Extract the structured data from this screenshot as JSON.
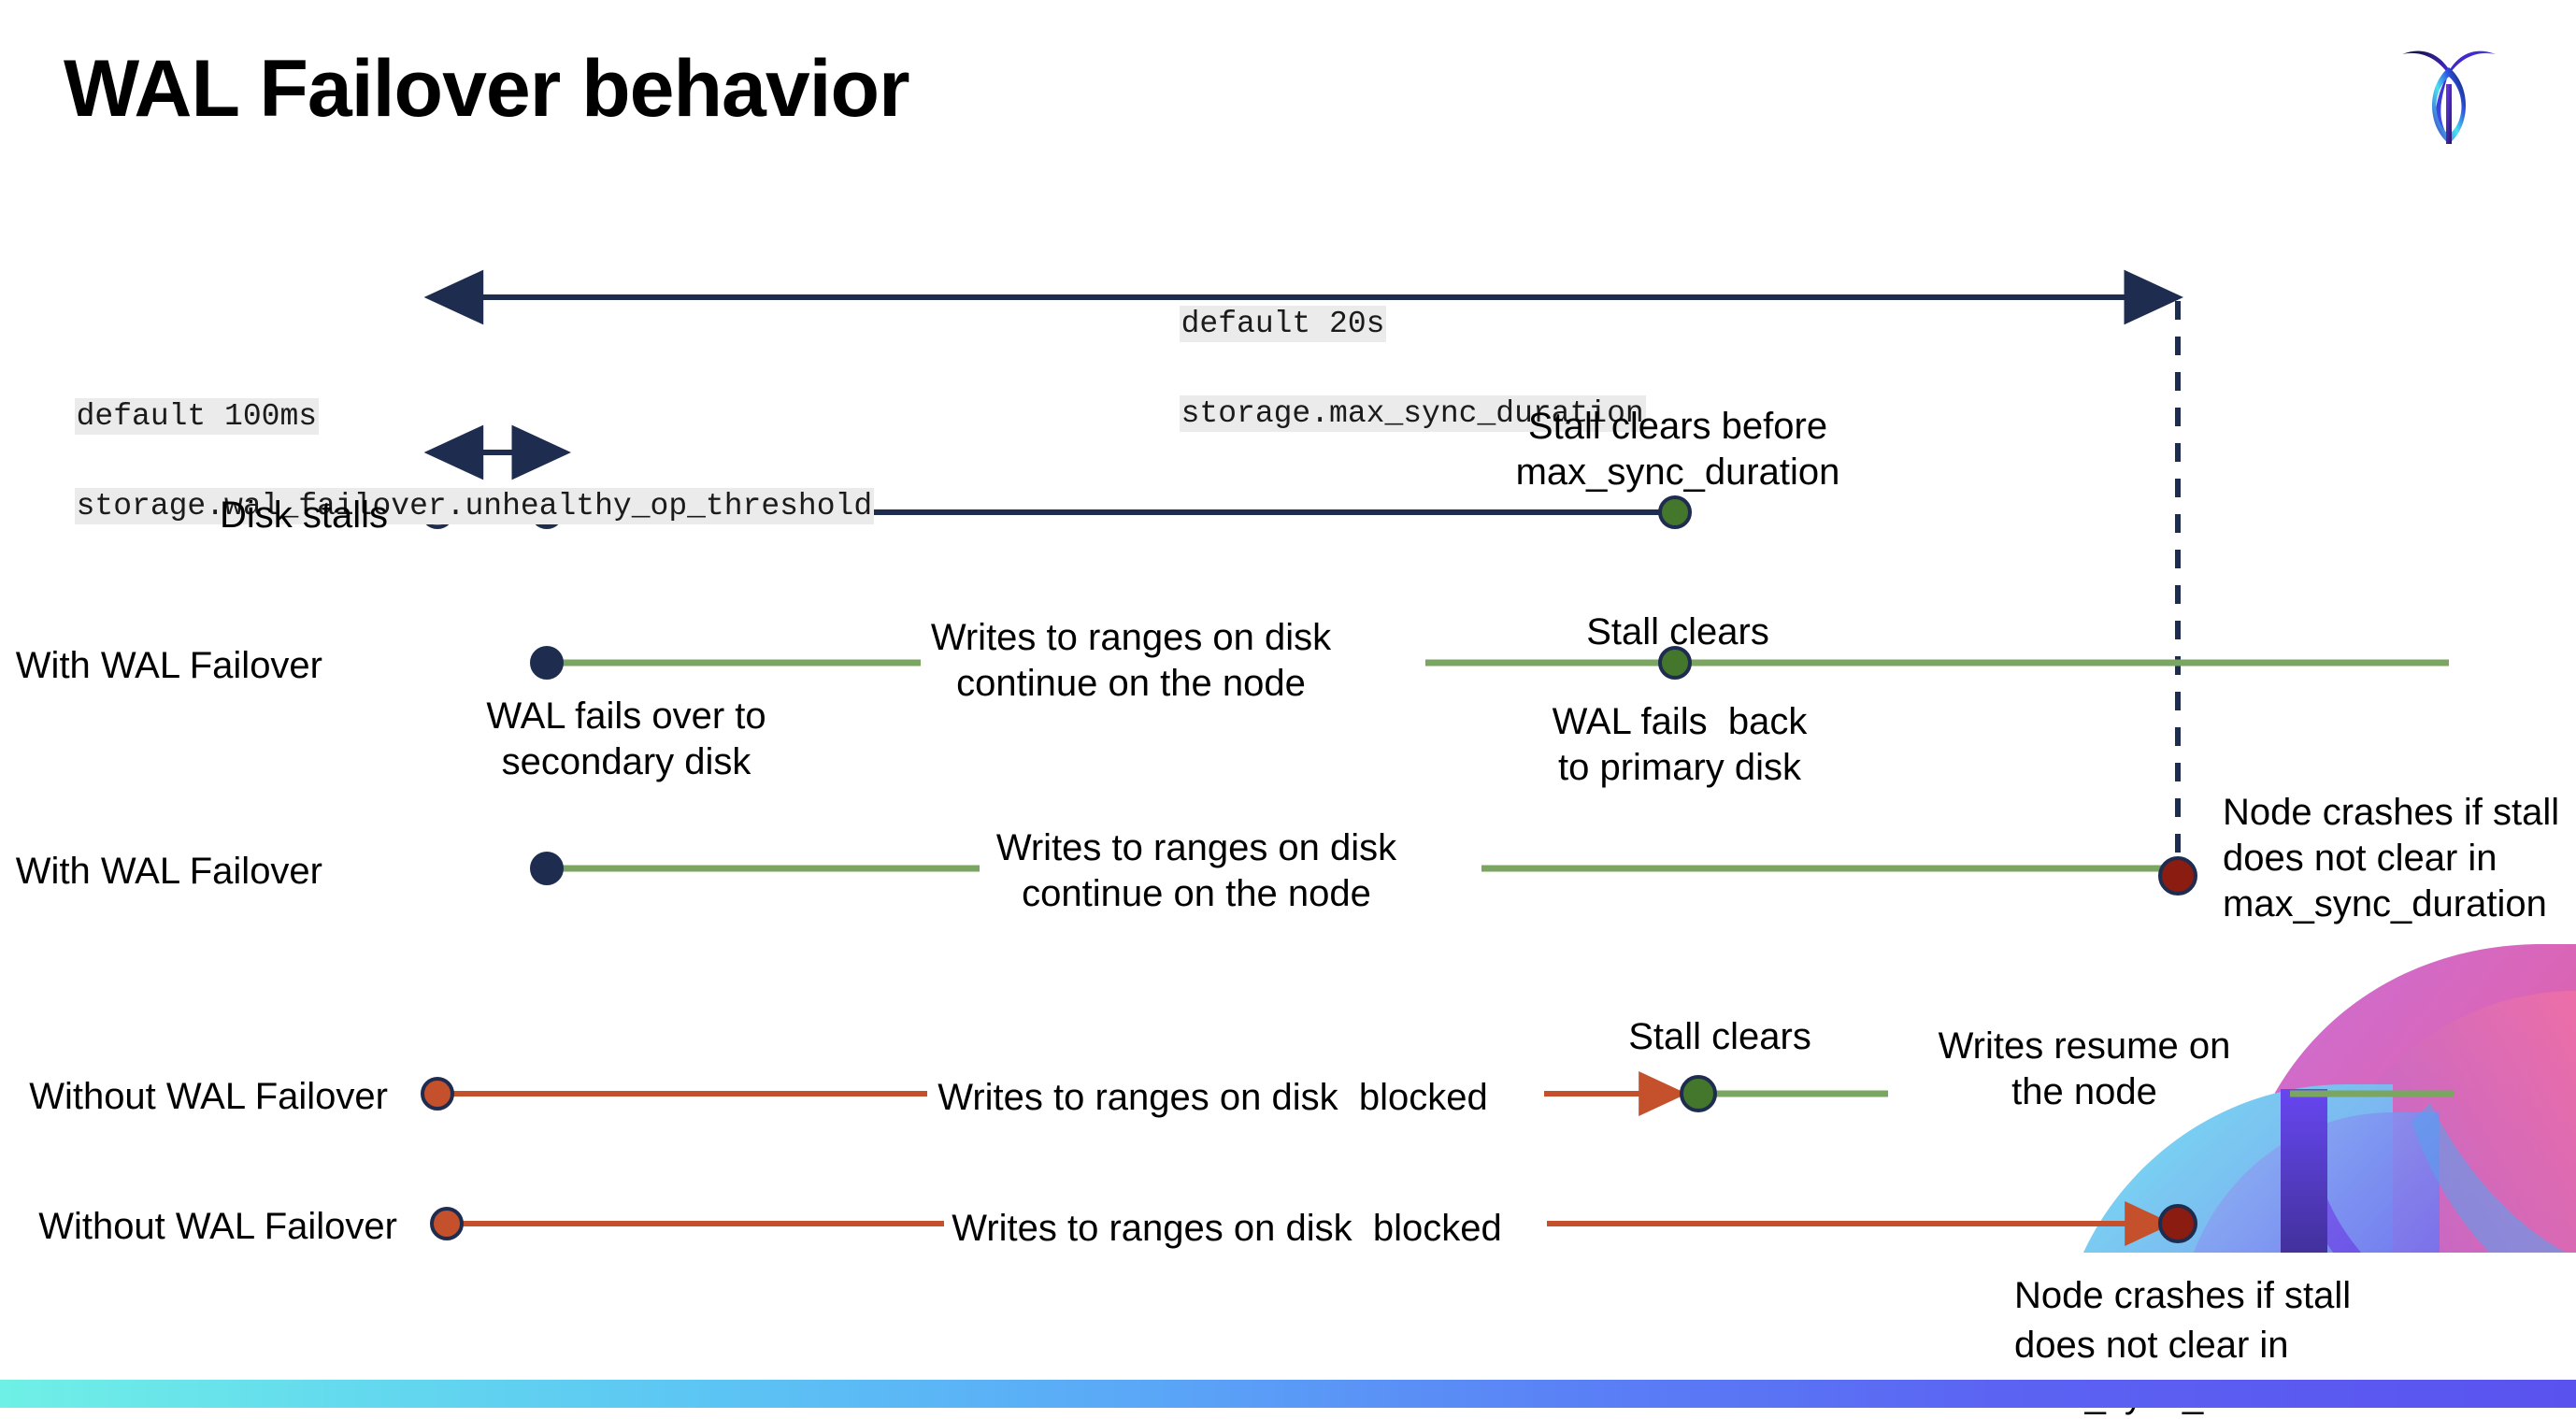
{
  "slide": {
    "title": "WAL Failover behavior",
    "logo_name": "cockroachdb-logo"
  },
  "settings_notes": {
    "max_sync_duration": {
      "default_line": "default 20s",
      "setting_line": "storage.max_sync_duration"
    },
    "unhealthy_op_threshold": {
      "default_line": "default 100ms",
      "setting_line": "storage.wal_failover.unhealthy_op_threshold"
    }
  },
  "rows": {
    "disk_stalls": {
      "label": "Disk stalls",
      "note": "Stall clears before\nmax_sync_duration"
    },
    "with_failover_clears": {
      "label": "With WAL Failover",
      "note_failover": "WAL fails over to\nsecondary disk",
      "note_writes": "Writes to ranges on disk\ncontinue on the node",
      "note_stall_clears": "Stall clears",
      "note_fails_back": "WAL fails  back\nto primary disk"
    },
    "with_failover_crash": {
      "label": "With WAL Failover",
      "note_writes": "Writes to ranges on disk\ncontinue on the node",
      "note_crash": "Node crashes if stall\ndoes not clear in\nmax_sync_duration"
    },
    "without_failover_clears": {
      "label": "Without WAL Failover",
      "note_blocked": "Writes to ranges on disk  blocked",
      "note_stall_clears": "Stall clears",
      "note_resume": "Writes resume on\nthe node"
    },
    "without_failover_crash": {
      "label": "Without WAL Failover",
      "note_blocked": "Writes to ranges on disk  blocked",
      "note_crash": "Node crashes if stall\ndoes not clear in\nmax_sync_duration"
    }
  },
  "colors": {
    "navy": "#1e2d4f",
    "orange_red": "#c4502c",
    "green_line": "#7aa661",
    "green_dot": "#44762c",
    "dark_red_dot": "#8a1c11",
    "code_bg": "#ebebeb",
    "bar_gradient_start": "#6ff0e6",
    "bar_gradient_end": "#5a52ef"
  }
}
